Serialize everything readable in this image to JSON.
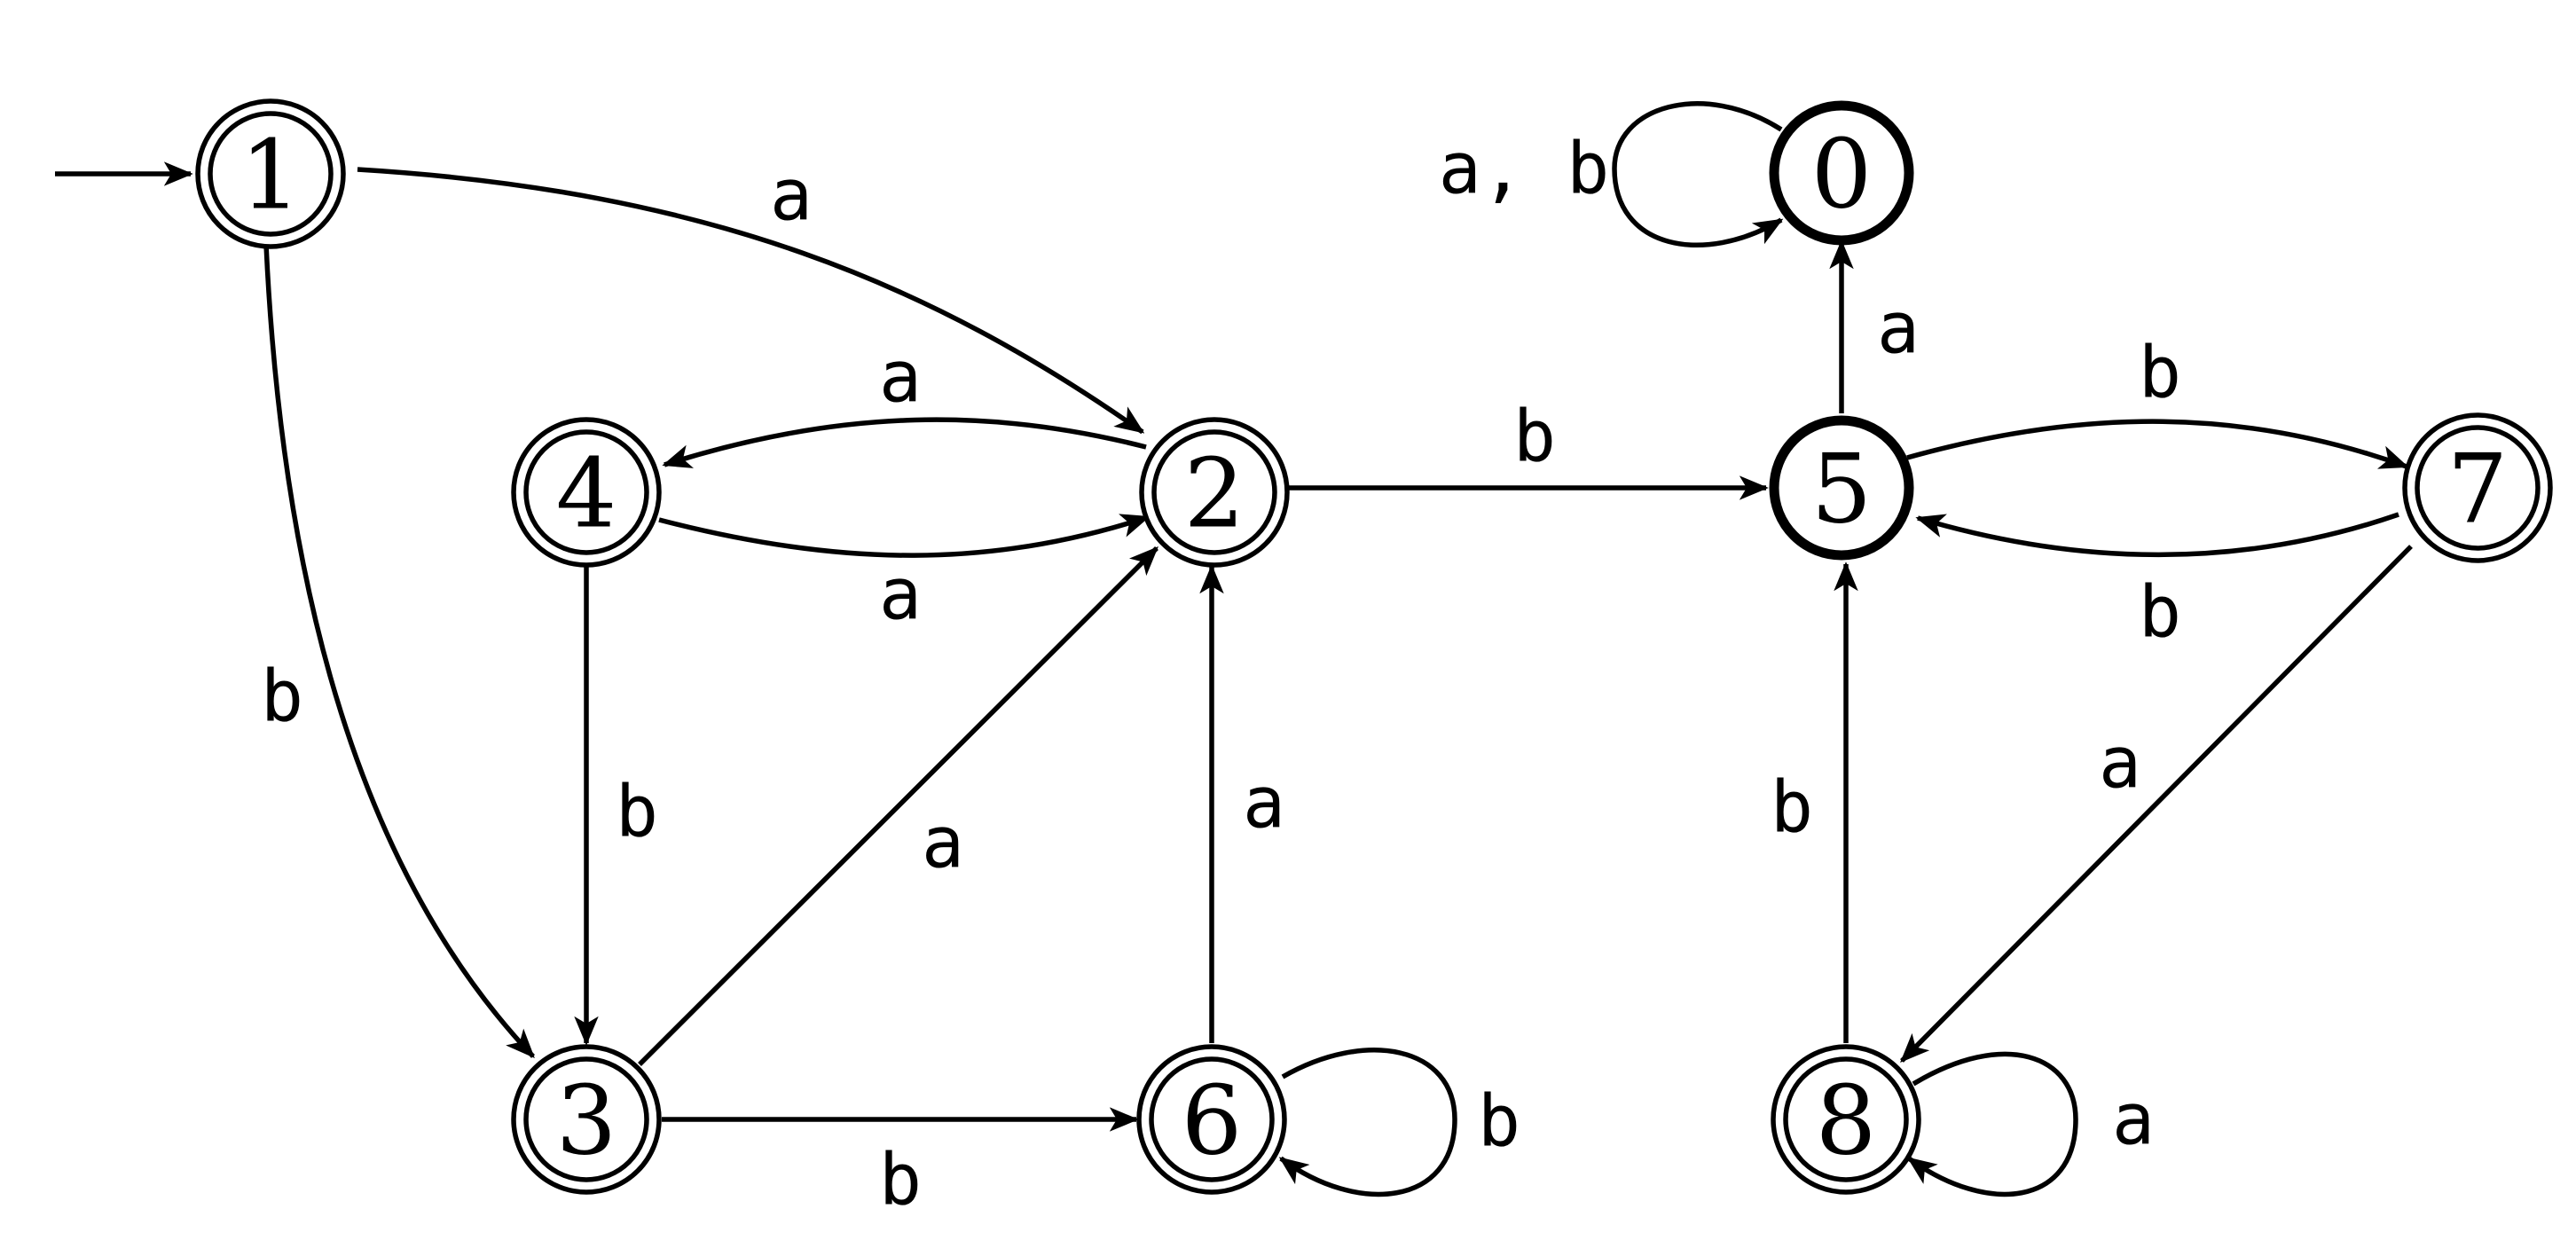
{
  "states": [
    {
      "id": "1",
      "label": "1",
      "accepting": true,
      "initial": true
    },
    {
      "id": "0",
      "label": "0",
      "accepting": false,
      "initial": false
    },
    {
      "id": "4",
      "label": "4",
      "accepting": true,
      "initial": false
    },
    {
      "id": "2",
      "label": "2",
      "accepting": true,
      "initial": false
    },
    {
      "id": "5",
      "label": "5",
      "accepting": false,
      "initial": false
    },
    {
      "id": "7",
      "label": "7",
      "accepting": true,
      "initial": false
    },
    {
      "id": "3",
      "label": "3",
      "accepting": true,
      "initial": false
    },
    {
      "id": "6",
      "label": "6",
      "accepting": true,
      "initial": false
    },
    {
      "id": "8",
      "label": "8",
      "accepting": true,
      "initial": false
    }
  ],
  "transitions": [
    {
      "from": "1",
      "to": "2",
      "label": "a"
    },
    {
      "from": "1",
      "to": "3",
      "label": "b"
    },
    {
      "from": "2",
      "to": "4",
      "label": "a"
    },
    {
      "from": "4",
      "to": "2",
      "label": "a"
    },
    {
      "from": "4",
      "to": "3",
      "label": "b"
    },
    {
      "from": "3",
      "to": "2",
      "label": "a"
    },
    {
      "from": "3",
      "to": "6",
      "label": "b"
    },
    {
      "from": "6",
      "to": "2",
      "label": "a"
    },
    {
      "from": "6",
      "to": "6",
      "label": "b"
    },
    {
      "from": "2",
      "to": "5",
      "label": "b"
    },
    {
      "from": "5",
      "to": "0",
      "label": "a"
    },
    {
      "from": "0",
      "to": "0",
      "label": "a, b"
    },
    {
      "from": "5",
      "to": "7",
      "label": "b"
    },
    {
      "from": "7",
      "to": "5",
      "label": "b"
    },
    {
      "from": "7",
      "to": "8",
      "label": "a"
    },
    {
      "from": "8",
      "to": "5",
      "label": "b"
    },
    {
      "from": "8",
      "to": "8",
      "label": "a"
    }
  ]
}
